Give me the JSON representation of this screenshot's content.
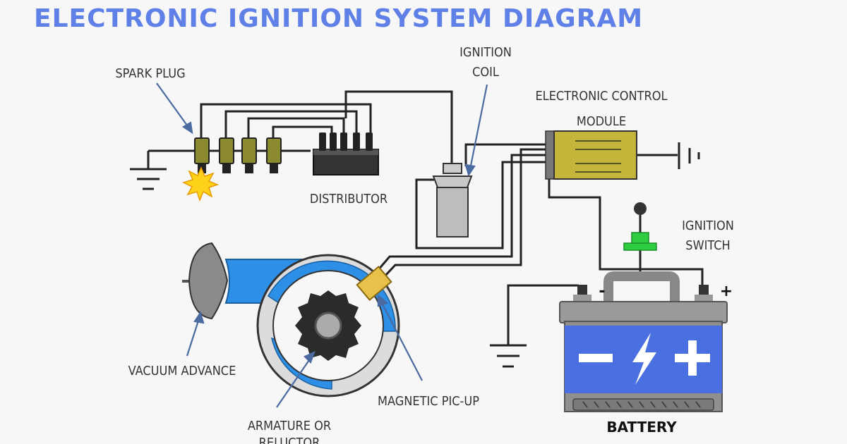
{
  "title": "ELECTRONIC IGNITION SYSTEM DIAGRAM",
  "labels": {
    "spark_plug": "SPARK PLUG",
    "ignition_coil_1": "IGNITION",
    "ignition_coil_2": "COIL",
    "ecm_1": "ELECTRONIC CONTROL",
    "ecm_2": "MODULE",
    "distributor": "DISTRIBUTOR",
    "ignition_switch_1": "IGNITION",
    "ignition_switch_2": "SWITCH",
    "vacuum_advance": "VACUUM ADVANCE",
    "magnetic_pickup": "MAGNETIC PIC-UP",
    "armature_1": "ARMATURE OR",
    "armature_2": "RELUCTOR",
    "battery": "BATTERY",
    "terminal_neg": "-",
    "terminal_pos": "+"
  },
  "colors": {
    "title": "#5f80e6",
    "spark_plug_body": "#8c8a2e",
    "ecm_body": "#c2b53a",
    "switch": "#2ecc40",
    "battery_face": "#4a6fe0",
    "vacuum_blue": "#2e8fe6",
    "pickup": "#e8c14a"
  }
}
